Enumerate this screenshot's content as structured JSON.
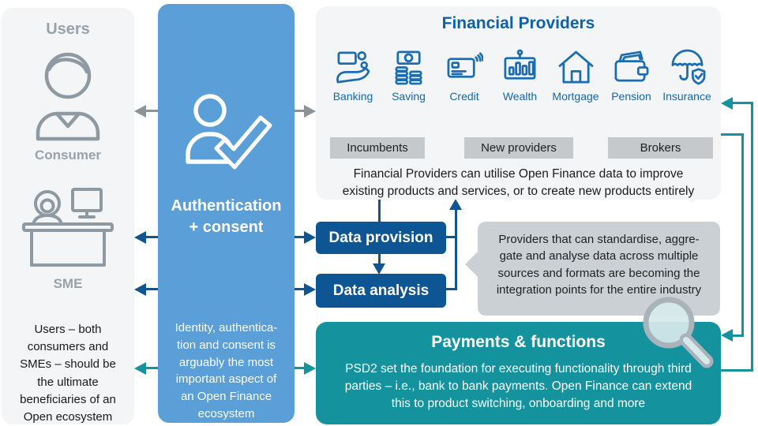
{
  "users_panel": {
    "title": "Users",
    "consumer_label": "Consumer",
    "sme_label": "SME",
    "note": "Users – both\nconsumers and\nSMEs – should be\nthe ultimate\nbeneficiaries of an\nOpen ecosystem"
  },
  "auth_panel": {
    "title": "Authentication\n+ consent",
    "note": "Identity, authentica-\ntion and consent is\narguably the most\nimportant aspect of\nan Open Finance\necosystem"
  },
  "financial_providers": {
    "title": "Financial Providers",
    "categories": [
      {
        "label": "Banking",
        "icon": "banking-icon"
      },
      {
        "label": "Saving",
        "icon": "saving-icon"
      },
      {
        "label": "Credit",
        "icon": "credit-icon"
      },
      {
        "label": "Wealth",
        "icon": "wealth-icon"
      },
      {
        "label": "Mortgage",
        "icon": "mortgage-icon"
      },
      {
        "label": "Pension",
        "icon": "pension-icon"
      },
      {
        "label": "Insurance",
        "icon": "insurance-icon"
      }
    ],
    "provider_types": [
      "Incumbents",
      "New providers",
      "Brokers"
    ],
    "note": "Financial Providers can utilise Open Finance data to improve\nexisting products and services, or to create new products entirely"
  },
  "data_flow": {
    "provision_label": "Data provision",
    "analysis_label": "Data analysis"
  },
  "callout": {
    "text": "Providers that can standardise, aggre-\ngate and analyse data across multiple\nsources and formats are becoming the\nintegration points for the entire industry"
  },
  "payments_panel": {
    "title": "Payments & functions",
    "note": "PSD2 set the foundation for executing functionality through third\nparties – i.e., bank to bank payments. Open Finance can extend\nthis to product switching, onboarding and more"
  },
  "colors": {
    "accent_blue": "#0e5693",
    "title_blue": "#0d62ab",
    "icon_blue": "#1b6db2",
    "panel_blue": "#5b9fd8",
    "teal": "#14929e",
    "panel_gray": "#f3f5f6",
    "chip_gray": "#c5c9cc",
    "callout_gray": "#cbd0d4",
    "muted_gray_text": "#97a2aa",
    "arrow_gray": "#8b939b"
  }
}
